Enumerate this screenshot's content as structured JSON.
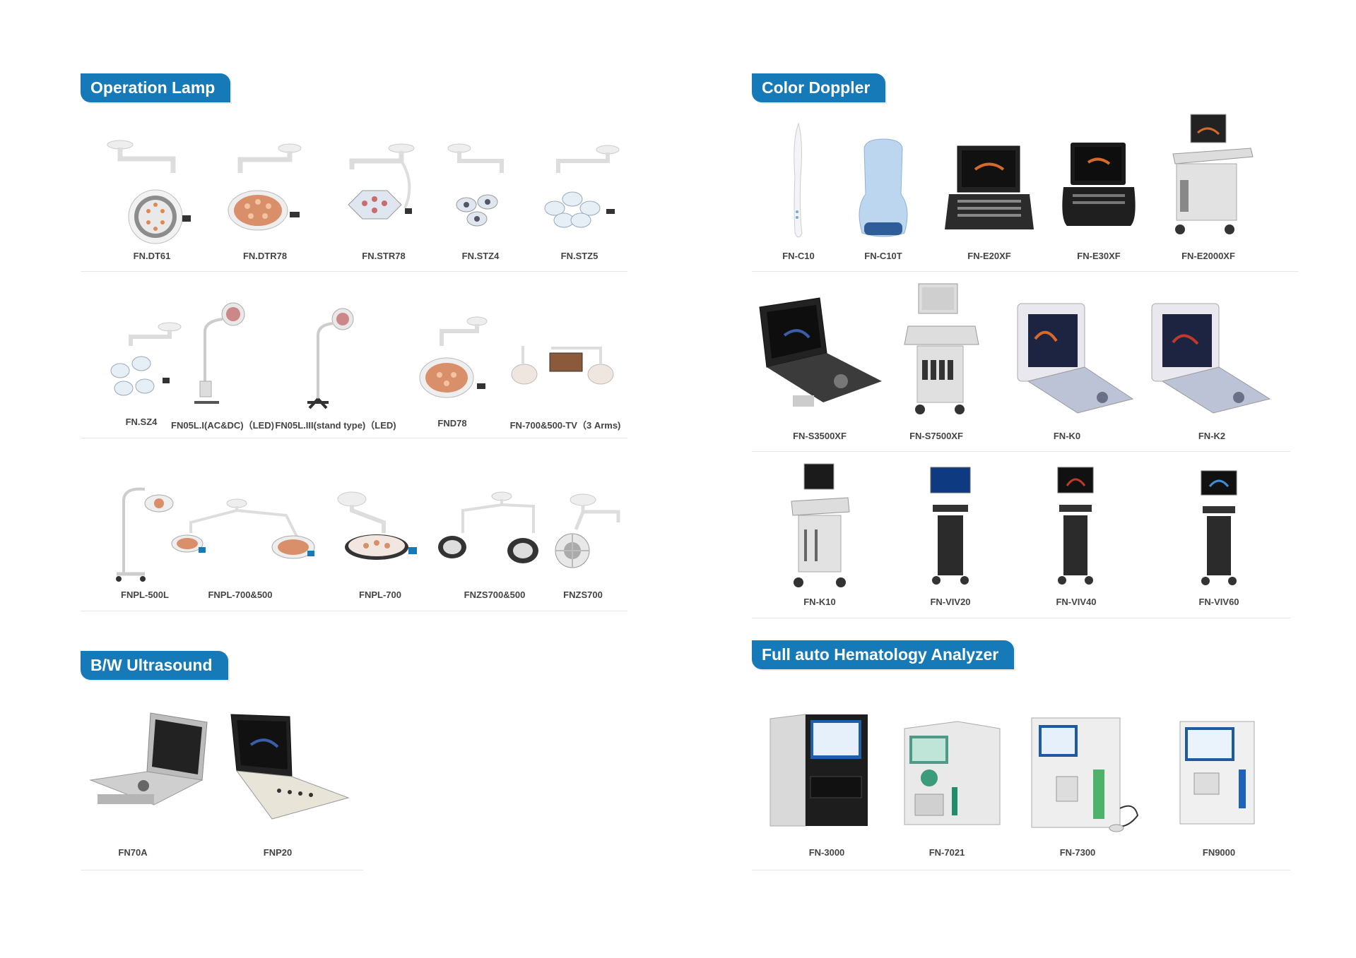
{
  "sections": {
    "operation_lamp": "Operation Lamp",
    "color_doppler": "Color Doppler",
    "bw_ultrasound": "B/W Ultrasound",
    "hematology": "Full auto Hematology Analyzer"
  },
  "operation_lamp": {
    "row1": [
      "FN.DT61",
      "FN.DTR78",
      "FN.STR78",
      "FN.STZ4",
      "FN.STZ5"
    ],
    "row2": [
      "FN.SZ4",
      "FN05L.I(AC&DC)（LED)",
      "FN05L.III(stand type)（LED)",
      "FND78",
      "FN-700&500-TV（3 Arms)"
    ],
    "row3": [
      "FNPL-500L",
      "FNPL-700&500",
      "FNPL-700",
      "FNZS700&500",
      "FNZS700"
    ]
  },
  "color_doppler": {
    "row1": [
      "FN-C10",
      "FN-C10T",
      "FN-E20XF",
      "FN-E30XF",
      "FN-E2000XF"
    ],
    "row2": [
      "FN-S3500XF",
      "FN-S7500XF",
      "FN-K0",
      "FN-K2"
    ],
    "row3": [
      "FN-K10",
      "FN-VIV20",
      "FN-VIV40",
      "FN-VIV60"
    ]
  },
  "bw_ultrasound": [
    "FN70A",
    "FNP20"
  ],
  "hematology": [
    "FN-3000",
    "FN-7021",
    "FN-7300",
    "FN9000"
  ],
  "colors": {
    "accent": "#1679b8",
    "divider": "#e6e6e6"
  }
}
